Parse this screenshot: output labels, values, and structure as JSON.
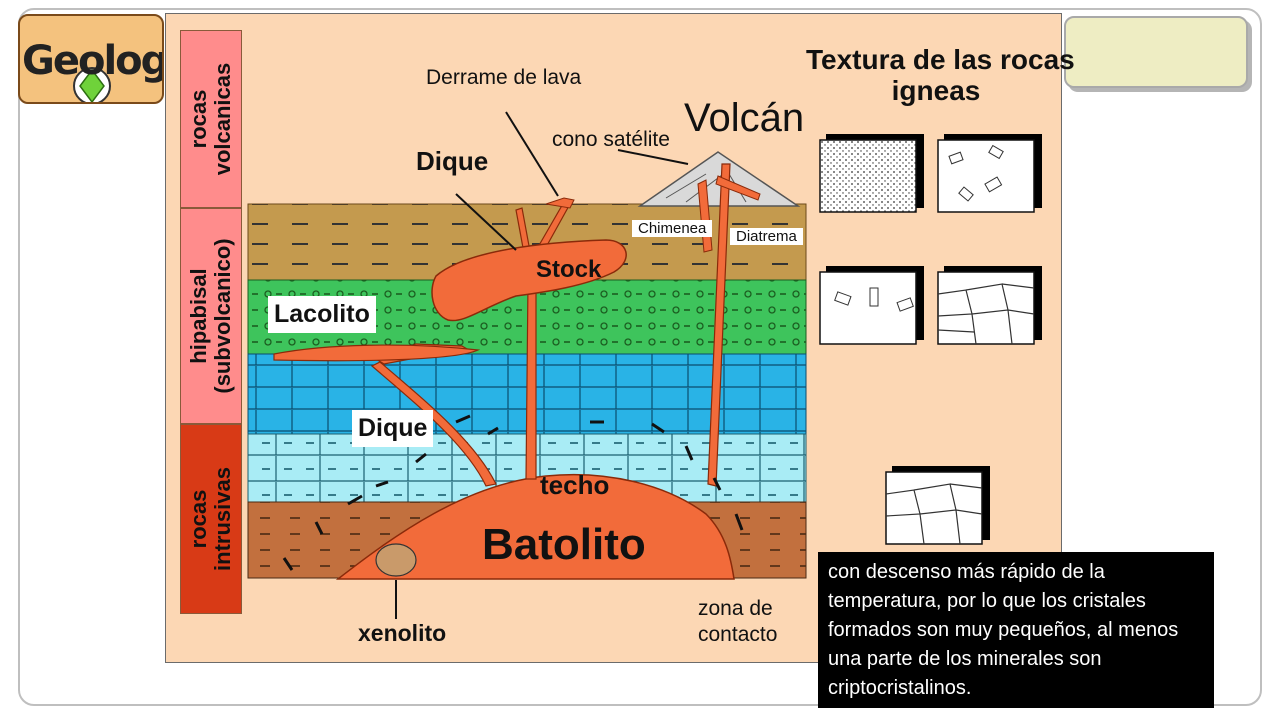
{
  "logo": {
    "text": "Geología"
  },
  "diagram": {
    "side_bands": [
      {
        "label": "rocas\nvolcanicas",
        "color": "#ff8c8c"
      },
      {
        "label": "hipabisal\n(subvolcanico)",
        "color": "#ff8c8c"
      },
      {
        "label": "rocas\nintrusivas",
        "color": "#d83a16"
      }
    ],
    "labels": {
      "derrame": "Derrame de lava",
      "cono": "cono satélite",
      "volcan": "Volcán",
      "dique_top": "Dique",
      "chimenea": "Chimenea",
      "diatrema": "Diatrema",
      "stock": "Stock",
      "lacolito": "Lacolito",
      "dique_low": "Dique",
      "techo": "techo",
      "batolito": "Batolito",
      "xenolito": "xenolito",
      "zona": "zona de\ncontacto"
    },
    "textures": {
      "title": "Textura de las rocas\nigneas",
      "items": [
        "fine-grained-texture",
        "porphyritic-texture",
        "phenocryst-texture",
        "coarse-grained-texture",
        "coarse-grained-texture-2"
      ]
    },
    "colors": {
      "magma": "#f26b3a",
      "sediment_brown": "#c49a4e",
      "green_layer": "#3ec45c",
      "blue_layer": "#29b3e6",
      "light_blue_layer": "#a9ecf5",
      "brown_bottom": "#c2703e"
    }
  },
  "caption": {
    "text": "con descenso más rápido de la temperatura, por lo que los cristales formados son muy pequeños, al menos una parte de los minerales son criptocristalinos."
  }
}
